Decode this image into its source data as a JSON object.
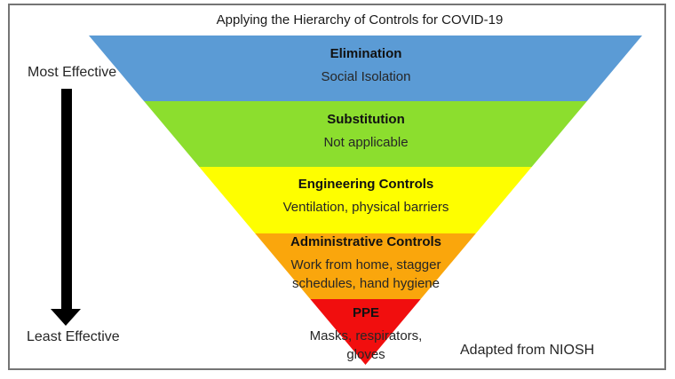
{
  "title": "Applying the Hierarchy of Controls for COVID-19",
  "axis": {
    "most_label": "Most Effective",
    "least_label": "Least Effective"
  },
  "attribution": "Adapted from NIOSH",
  "levels": [
    {
      "name": "Elimination",
      "example": "Social Isolation",
      "color": "#5B9BD5"
    },
    {
      "name": "Substitution",
      "example": "Not applicable",
      "color": "#8CDE2E"
    },
    {
      "name": "Engineering Controls",
      "example": "Ventilation, physical barriers",
      "color": "#FEFE00"
    },
    {
      "name": "Administrative Controls",
      "example": "Work from home, stagger schedules, hand hygiene",
      "color": "#FAA60C"
    },
    {
      "name": "PPE",
      "example": "Masks, respirators, gloves",
      "color": "#F10E0E"
    }
  ]
}
